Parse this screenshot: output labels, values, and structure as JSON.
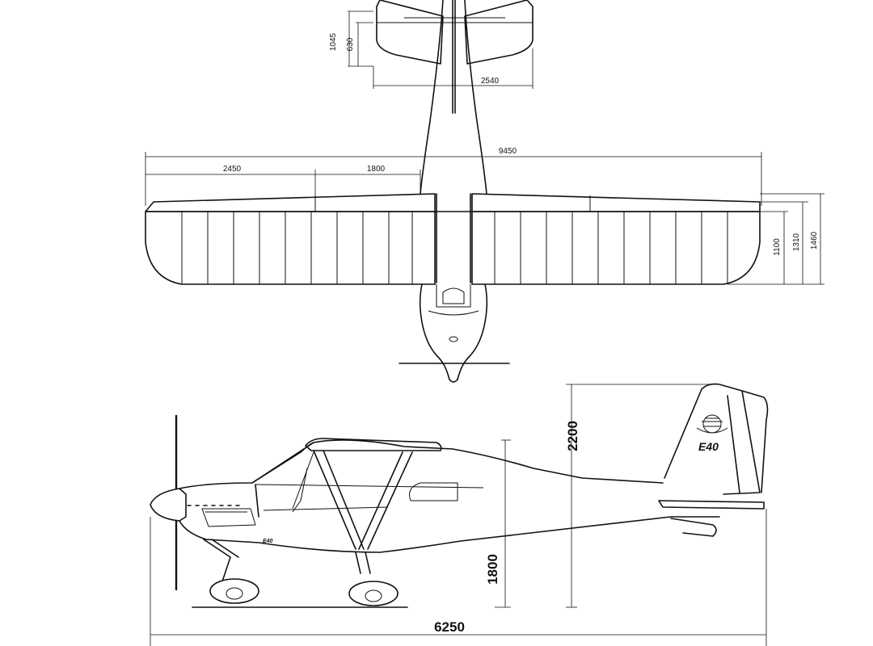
{
  "dimensions": {
    "tailplane_height_outer": "1045",
    "tailplane_height_inner": "630",
    "tailplane_span": "2540",
    "wingspan": "9450",
    "wing_outer_panel": "2450",
    "wing_inner_panel": "1800",
    "wing_chord_main": "1100",
    "wing_chord_flap": "1310",
    "wing_chord_total": "1460",
    "overall_height": "2200",
    "wing_height": "1800",
    "overall_length": "6250"
  },
  "markings": {
    "tail_logo_text": "E40",
    "fuselage_text": "E40"
  },
  "colors": {
    "line": "#111111",
    "background": "#ffffff"
  }
}
